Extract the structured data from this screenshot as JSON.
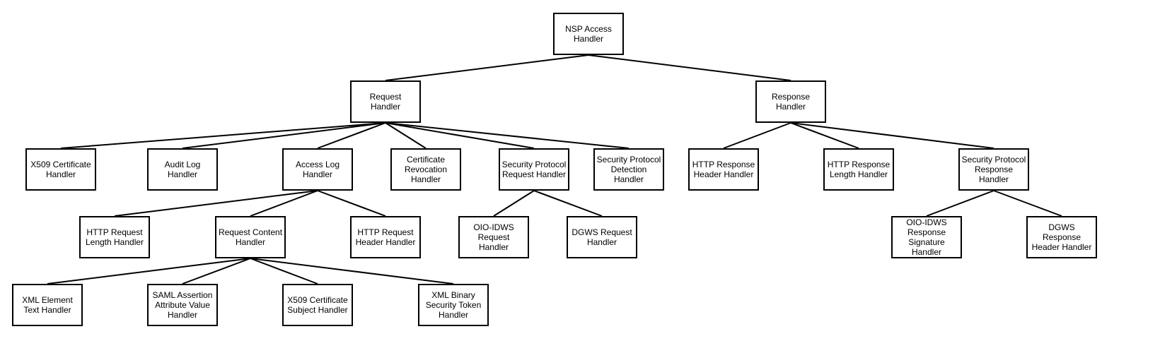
{
  "nodes": [
    {
      "id": "nsp",
      "label": "NSP Access\nHandler"
    },
    {
      "id": "req",
      "label": "Request\nHandler"
    },
    {
      "id": "resp",
      "label": "Response\nHandler"
    },
    {
      "id": "x509",
      "label": "X509 Certificate\nHandler"
    },
    {
      "id": "audit",
      "label": "Audit Log\nHandler"
    },
    {
      "id": "access",
      "label": "Access Log\nHandler"
    },
    {
      "id": "certrev",
      "label": "Certificate\nRevocation\nHandler"
    },
    {
      "id": "secreq",
      "label": "Security Protocol\nRequest Handler"
    },
    {
      "id": "secdet",
      "label": "Security Protocol\nDetection\nHandler"
    },
    {
      "id": "httprh",
      "label": "HTTP Response\nHeader Handler"
    },
    {
      "id": "httprl",
      "label": "HTTP Response\nLength Handler"
    },
    {
      "id": "secresp",
      "label": "Security Protocol\nResponse\nHandler"
    },
    {
      "id": "httpreqlen",
      "label": "HTTP Request\nLength Handler"
    },
    {
      "id": "reqcontent",
      "label": "Request Content\nHandler"
    },
    {
      "id": "httpreqhdr",
      "label": "HTTP Request\nHeader Handler"
    },
    {
      "id": "oioreq",
      "label": "OIO-IDWS\nRequest\nHandler"
    },
    {
      "id": "dgwsreq",
      "label": "DGWS Request\nHandler"
    },
    {
      "id": "oioresp",
      "label": "OIO-IDWS\nResponse\nSignature\nHandler"
    },
    {
      "id": "dgwsresp",
      "label": "DGWS Response\nHeader Handler"
    },
    {
      "id": "xmlelem",
      "label": "XML Element\nText Handler"
    },
    {
      "id": "saml",
      "label": "SAML Assertion\nAttribute Value\nHandler"
    },
    {
      "id": "x509subj",
      "label": "X509 Certificate\nSubject Handler"
    },
    {
      "id": "xmlbin",
      "label": "XML Binary\nSecurity Token\nHandler"
    }
  ],
  "edges": [
    [
      "nsp",
      "req"
    ],
    [
      "nsp",
      "resp"
    ],
    [
      "req",
      "x509"
    ],
    [
      "req",
      "audit"
    ],
    [
      "req",
      "access"
    ],
    [
      "req",
      "certrev"
    ],
    [
      "req",
      "secreq"
    ],
    [
      "req",
      "secdet"
    ],
    [
      "resp",
      "httprh"
    ],
    [
      "resp",
      "httprl"
    ],
    [
      "resp",
      "secresp"
    ],
    [
      "access",
      "httpreqlen"
    ],
    [
      "access",
      "reqcontent"
    ],
    [
      "access",
      "httpreqhdr"
    ],
    [
      "secreq",
      "oioreq"
    ],
    [
      "secreq",
      "dgwsreq"
    ],
    [
      "secresp",
      "oioresp"
    ],
    [
      "secresp",
      "dgwsresp"
    ],
    [
      "reqcontent",
      "xmlelem"
    ],
    [
      "reqcontent",
      "saml"
    ],
    [
      "reqcontent",
      "x509subj"
    ],
    [
      "reqcontent",
      "xmlbin"
    ]
  ]
}
